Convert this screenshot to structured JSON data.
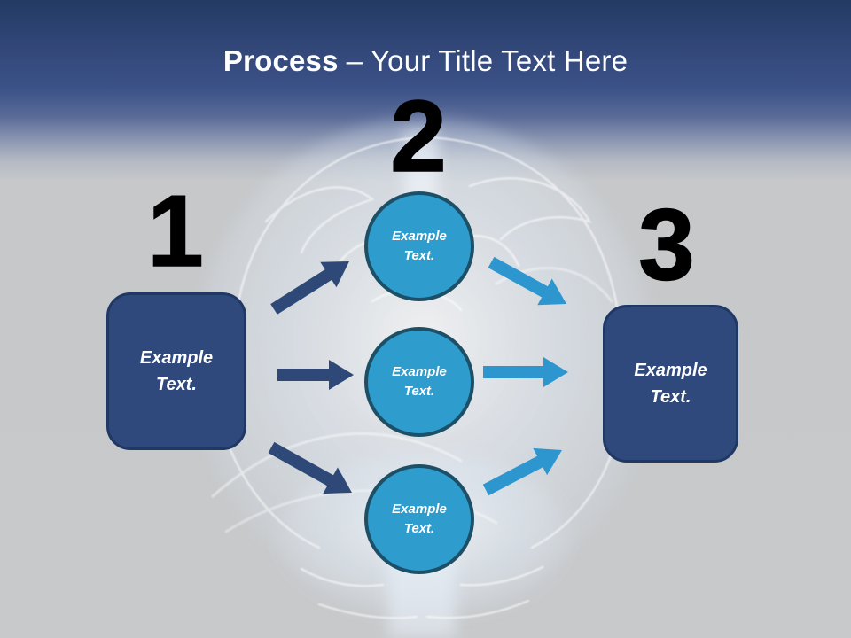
{
  "title": {
    "emphasis": "Process",
    "rest": "– Your Title Text Here"
  },
  "steps": [
    {
      "number": "1"
    },
    {
      "number": "2"
    },
    {
      "number": "3"
    }
  ],
  "left_box": {
    "label": "Example\nText."
  },
  "right_box": {
    "label": "Example\nText."
  },
  "circles": [
    {
      "label": "Example\nText."
    },
    {
      "label": "Example\nText."
    },
    {
      "label": "Example\nText."
    }
  ],
  "icons": {
    "arrow_up_right": "solid polygon arrow",
    "arrow_right": "solid polygon arrow",
    "arrow_down_right": "solid polygon arrow",
    "brain_background": "faint x-ray brain illustration"
  },
  "colors": {
    "header_navy_top": "#233a63",
    "header_navy": "#3b5288",
    "background_gray": "#c6c8ca",
    "box_fill": "#30497c",
    "box_border": "#1f3864",
    "circle_fill": "#2e9ccd",
    "circle_border": "#1d4f66",
    "arrow_dark": "#2e4977",
    "arrow_light": "#2e96cf",
    "title_text": "#ffffff",
    "number_text": "#000000",
    "label_text": "#ffffff"
  }
}
